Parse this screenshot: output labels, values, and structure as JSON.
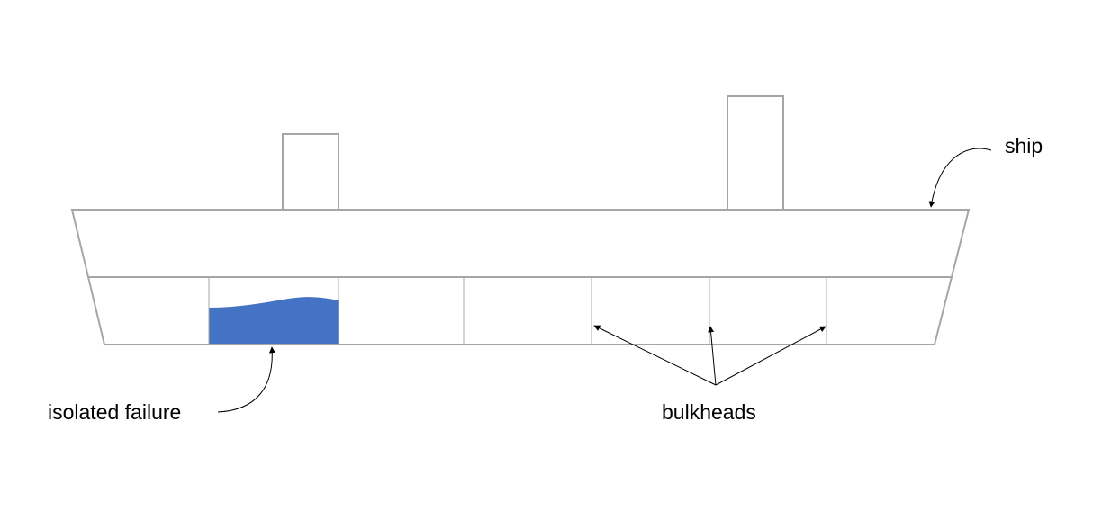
{
  "labels": {
    "ship": "ship",
    "isolated_failure": "isolated failure",
    "bulkheads": "bulkheads"
  },
  "colors": {
    "hull_outline": "#a6a6a6",
    "water": "#4472c4",
    "arrow": "#000000",
    "text": "#000000"
  }
}
